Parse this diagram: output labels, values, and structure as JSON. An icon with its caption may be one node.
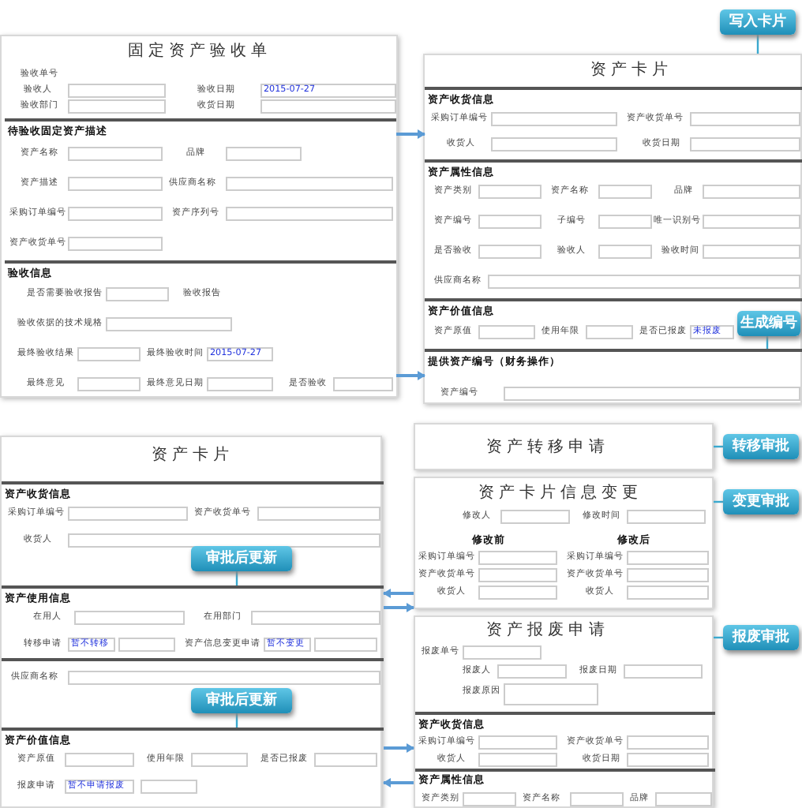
{
  "diagram": {
    "nodes": [
      {
        "text": [
          "固定资产验收单",
          "验收单号",
          "验收人",
          "验收日期",
          "2015-07-27",
          "验收部门",
          "收货日期"
        ]
      },
      {
        "text": [
          "待验收固定资产描述",
          "资产名称",
          "品牌",
          "资产描述",
          "供应商名称",
          "采购订单编号",
          "资产序列号",
          "资产收货单号"
        ],
        "in": 0
      },
      {
        "text": [
          "验收信息",
          "是否需要验收报告",
          "验收报告",
          "验收依据的技术规格",
          "最终验收结果",
          "最终验收时间",
          "2015-07-27",
          "最终意见",
          "最终意见日期",
          "是否验收"
        ],
        "in": 0
      },
      {
        "text": [
          "资产卡片"
        ]
      },
      {
        "text": [
          "资产收货信息",
          "采购订单编号",
          "资产收货单号",
          "收货人",
          "收货日期"
        ],
        "in": 3
      },
      {
        "text": [
          "资产属性信息",
          "资产类别",
          "资产名称",
          "品牌",
          "资产编号",
          "子编号",
          "唯一识别号",
          "是否验收",
          "验收人",
          "验收时间",
          "供应商名称"
        ],
        "in": 3
      },
      {
        "text": [
          "资产价值信息",
          "资产原值",
          "使用年限",
          "是否已报废",
          "未报废"
        ],
        "in": 3
      },
      {
        "text": [
          "提供资产编号（财务操作）",
          "资产编号"
        ],
        "in": 3
      },
      {
        "text": [
          "写入卡片"
        ]
      },
      {
        "text": [
          "生成编号"
        ],
        "in": 6
      },
      {
        "text": [
          "资产卡片"
        ]
      },
      {
        "text": [
          "资产收货信息",
          "采购订单编号",
          "资产收货单号",
          "收货人"
        ],
        "in": 10
      },
      {
        "text": [
          "资产使用信息",
          "在用人",
          "在用部门",
          "转移申请",
          "暂不转移",
          "资产信息变更申请",
          "暂不变更"
        ],
        "in": 10
      },
      {
        "text": [
          "供应商名称"
        ],
        "in": 10
      },
      {
        "text": [
          "资产价值信息",
          "资产原值",
          "使用年限",
          "是否已报废",
          "报废申请",
          "暂不申请报废"
        ],
        "in": 10
      },
      {
        "text": [
          "审批后更新"
        ],
        "in": 10
      },
      {
        "text": [
          "审批后更新"
        ],
        "in": 10
      },
      {
        "text": [
          "资产转移申请"
        ]
      },
      {
        "text": [
          "资产卡片信息变更",
          "修改人",
          "修改时间",
          "修改前",
          "修改后",
          "采购订单编号",
          "采购订单编号",
          "资产收货单号",
          "资产收货单号",
          "收货人",
          "收货人"
        ]
      },
      {
        "text": [
          "资产报废申请",
          "报废单号",
          "报废人",
          "报废日期",
          "报废原因"
        ]
      },
      {
        "text": [
          "资产收货信息",
          "采购订单编号",
          "资产收货单号",
          "收货人",
          "收货日期"
        ],
        "in": 19
      },
      {
        "text": [
          "资产属性信息",
          "资产类别",
          "资产名称",
          "品牌"
        ],
        "in": 19
      },
      {
        "text": [
          "转移审批"
        ]
      },
      {
        "text": [
          "变更审批"
        ]
      },
      {
        "text": [
          "报废审批"
        ]
      }
    ],
    "edges": [
      {
        "from": 1,
        "to": 4,
        "arrow": "to"
      },
      {
        "from": 2,
        "to": 7,
        "arrow": "to"
      },
      {
        "from": 8,
        "to": 3,
        "arrow": "none"
      },
      {
        "from": 9,
        "to": 7,
        "arrow": "none"
      },
      {
        "from": 15,
        "to": 12,
        "arrow": "none"
      },
      {
        "from": 16,
        "to": 14,
        "arrow": "none"
      },
      {
        "from": 18,
        "to": 12,
        "arrow": "to"
      },
      {
        "from": 12,
        "to": 18,
        "arrow": "to"
      },
      {
        "from": 14,
        "to": 19,
        "arrow": "to"
      },
      {
        "from": 19,
        "to": 14,
        "arrow": "to"
      },
      {
        "from": 22,
        "to": 17,
        "arrow": "none"
      },
      {
        "from": 23,
        "to": 18,
        "arrow": "none"
      },
      {
        "from": 24,
        "to": 19,
        "arrow": "none"
      }
    ]
  }
}
